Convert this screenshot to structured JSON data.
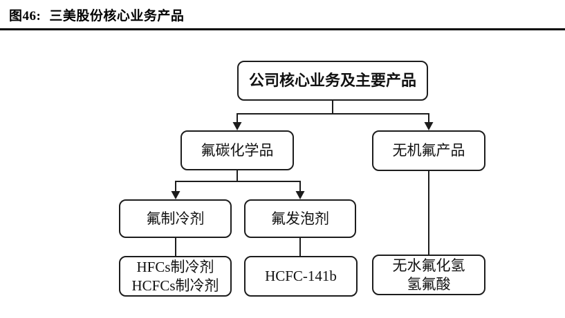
{
  "caption": {
    "prefix": "图46:",
    "title": "三美股份核心业务产品"
  },
  "diagram": {
    "root": {
      "label": "公司核心业务及主要产品",
      "children": [
        {
          "label": "氟碳化学品",
          "children": [
            {
              "label": "氟制冷剂",
              "children": [
                {
                  "label": "HFCs制冷剂\nHCFCs制冷剂"
                }
              ]
            },
            {
              "label": "氟发泡剂",
              "children": [
                {
                  "label": "HCFC-141b"
                }
              ]
            }
          ]
        },
        {
          "label": "无机氟产品",
          "children": [
            {
              "label": "无水氟化氢\n氢氟酸"
            }
          ]
        }
      ]
    }
  }
}
